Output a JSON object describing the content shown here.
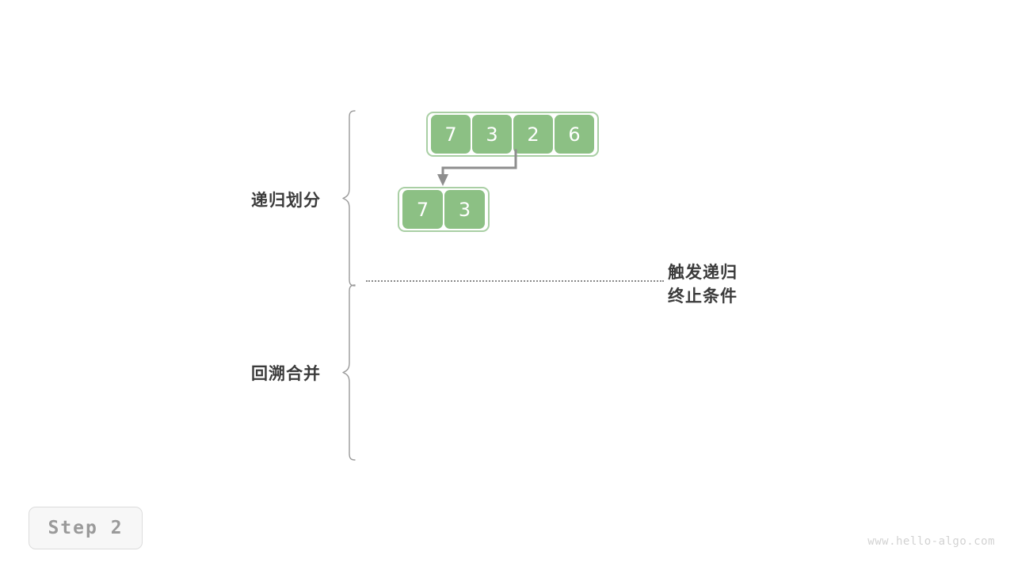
{
  "figure": {
    "step_badge": "Step 2",
    "watermark": "www.hello-algo.com"
  },
  "phases": [
    {
      "id": "divide",
      "label": "递归划分"
    },
    {
      "id": "merge",
      "label": "回溯合并"
    }
  ],
  "annotations": {
    "termination_line1": "触发递归",
    "termination_line2": "终止条件"
  },
  "arrays": [
    {
      "id": "root",
      "values": [
        "7",
        "3",
        "2",
        "6"
      ]
    },
    {
      "id": "left",
      "values": [
        "7",
        "3"
      ]
    }
  ],
  "colors": {
    "cell_fill": "#8cc084",
    "cell_text": "#ffffff",
    "group_border": "#a9cfa4",
    "brace": "#9a9a9a",
    "arrow": "#8e8e8e",
    "label_text": "#3b3b3b",
    "divider": "#8a8a8a",
    "badge_text": "#9a9a9a",
    "badge_bg": "#f7f7f7",
    "badge_border": "#dcdcdc",
    "watermark": "#d2d2d2",
    "background": "#ffffff"
  }
}
